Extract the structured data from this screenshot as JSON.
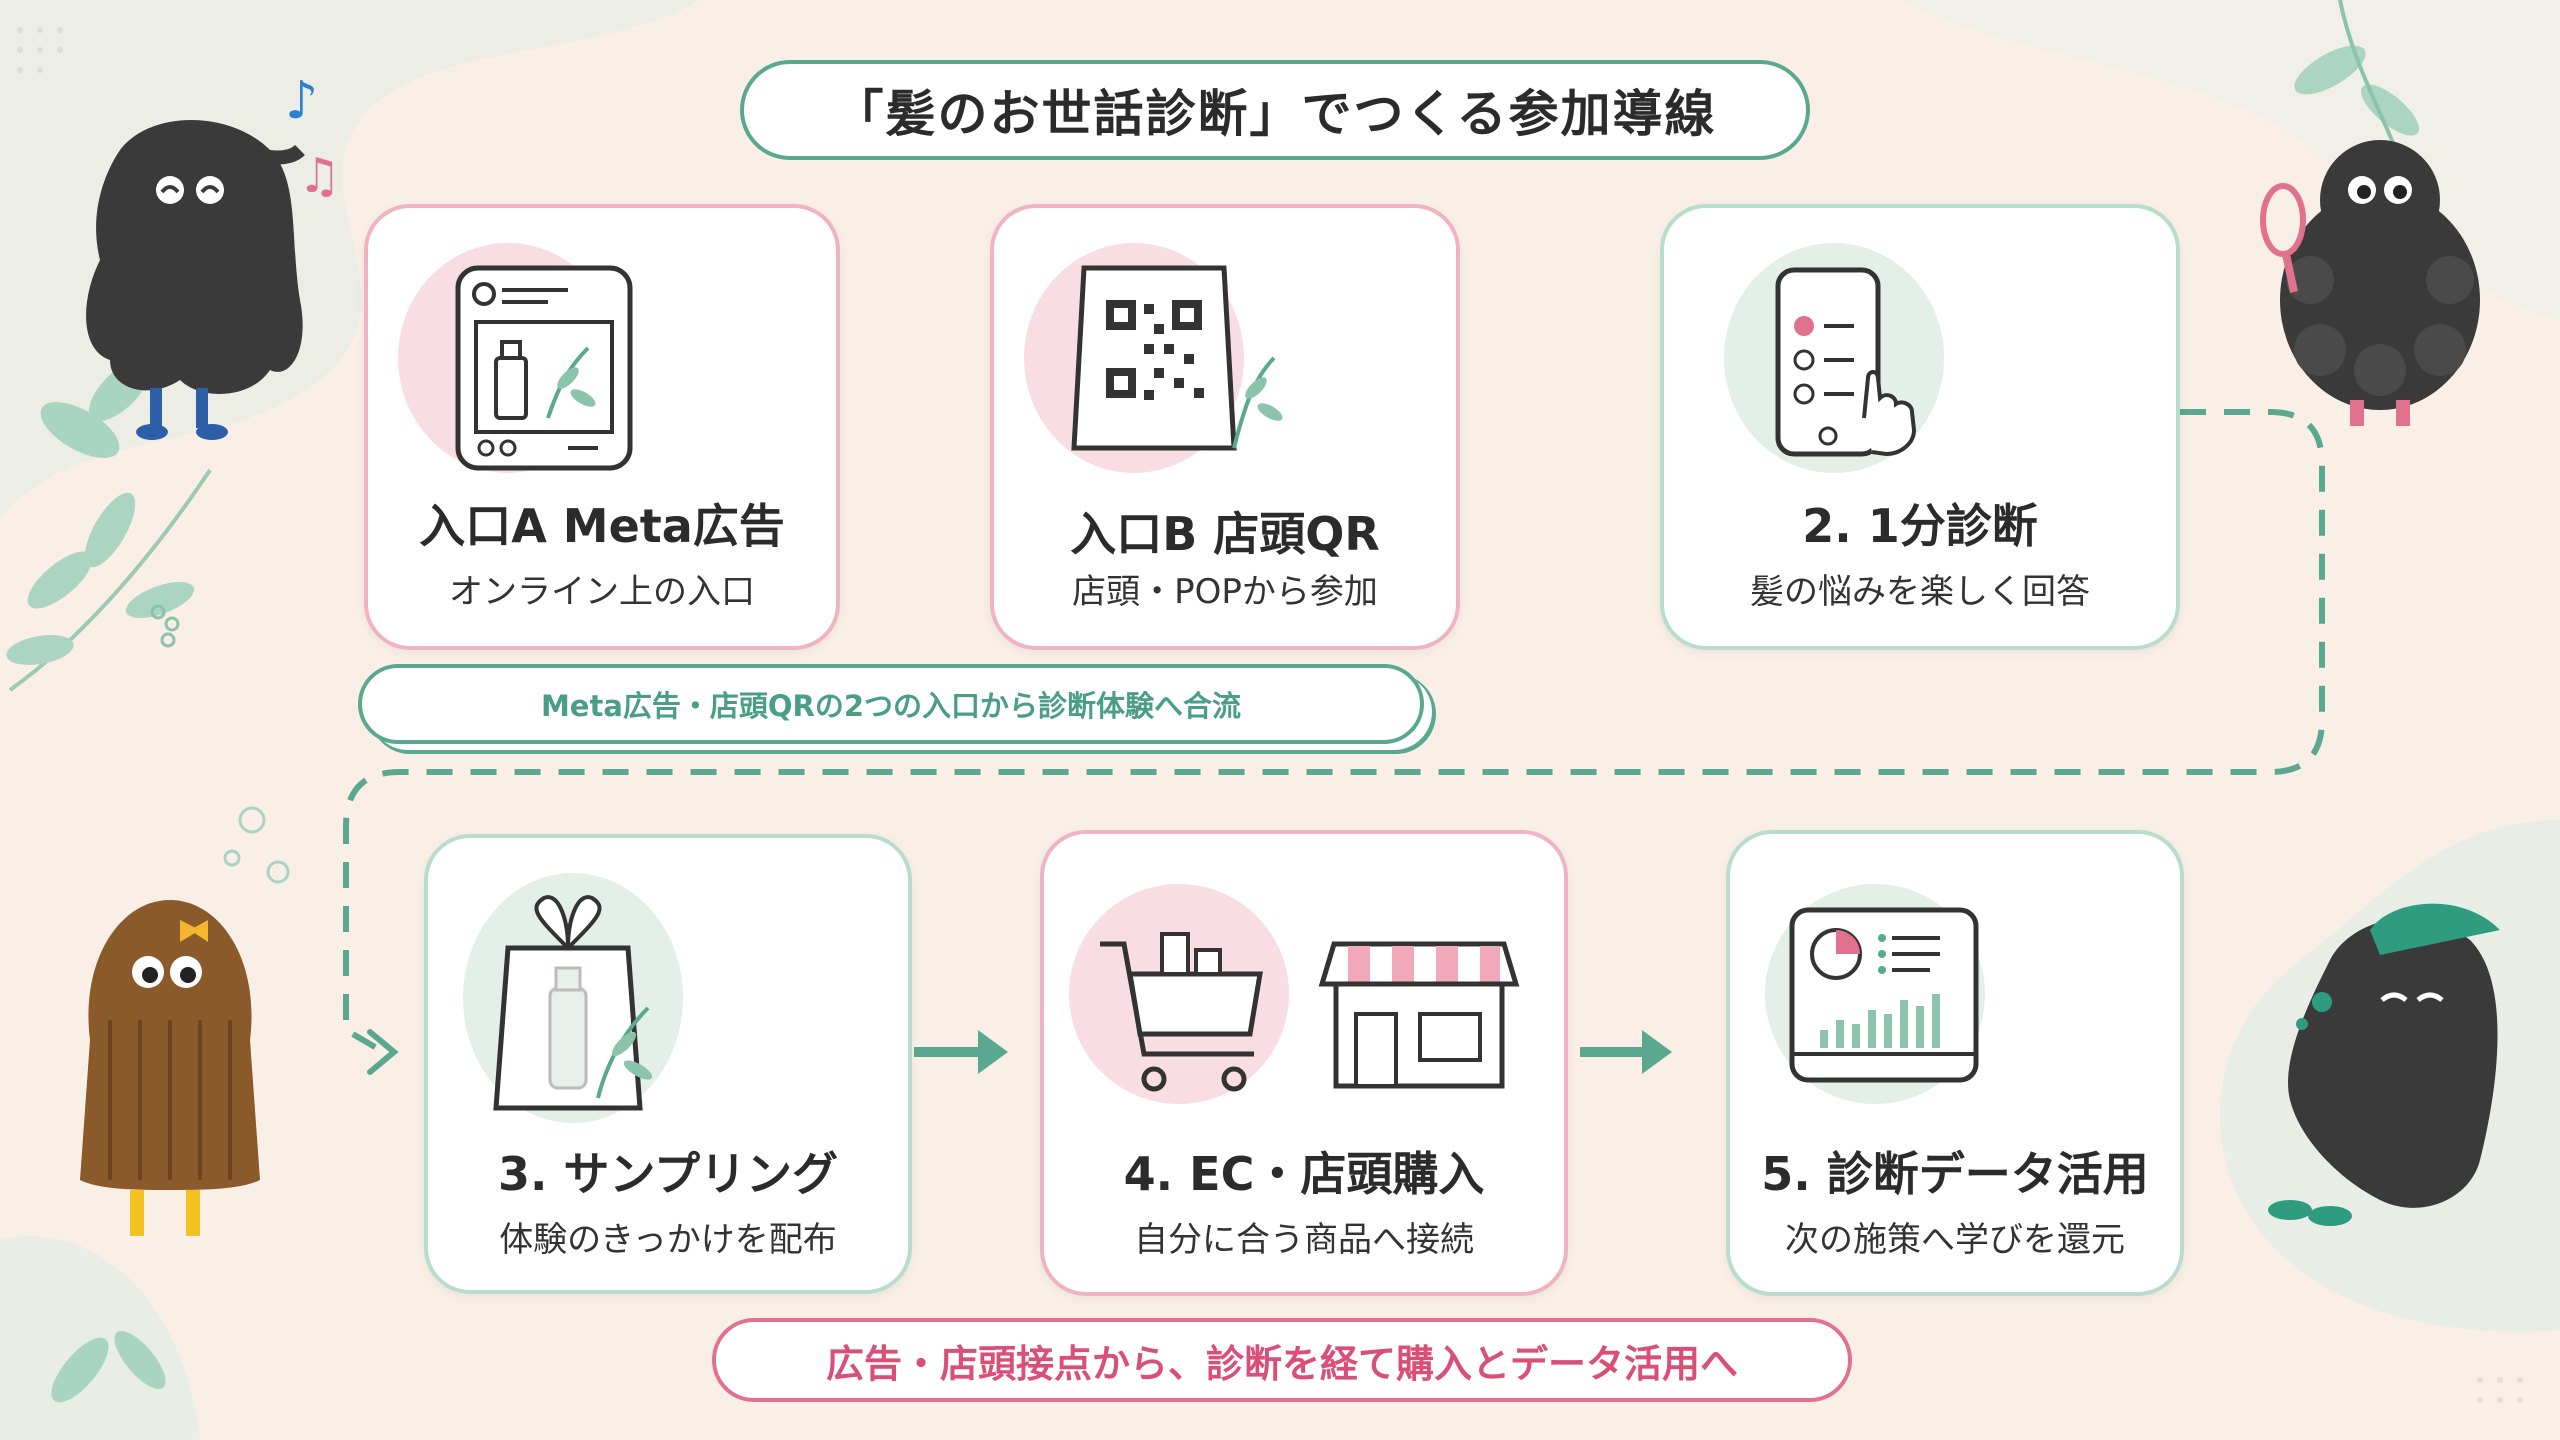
{
  "title": "「髪のお世話診断」でつくる参加導線",
  "cards": [
    {
      "title": "入口A  Meta広告",
      "sub": "オンライン上の入口",
      "icon": "phone-ad-icon"
    },
    {
      "title": "入口B  店頭QR",
      "sub": "店頭・POPから参加",
      "icon": "qr-pop-icon"
    },
    {
      "title": "2. 1分診断",
      "sub": "髪の悩みを楽しく回答",
      "icon": "phone-checklist-icon"
    },
    {
      "title": "3. サンプリング",
      "sub": "体験のきっかけを配布",
      "icon": "gift-bag-icon"
    },
    {
      "title": "4. EC・店頭購入",
      "sub": "自分に合う商品へ接続",
      "icon": "cart-store-icon"
    },
    {
      "title": "5. 診断データ活用",
      "sub": "次の施策へ学びを還元",
      "icon": "dashboard-icon"
    }
  ],
  "merge_label": "Meta広告・店頭QRの2つの入口から診断体験へ合流",
  "bottom_label": "広告・店頭接点から、診断を経て購入とデータ活用へ",
  "colors": {
    "green": "#5aa88f",
    "pink": "#e0728f",
    "bg": "#f9efe6",
    "ink": "#2b2b2b"
  }
}
